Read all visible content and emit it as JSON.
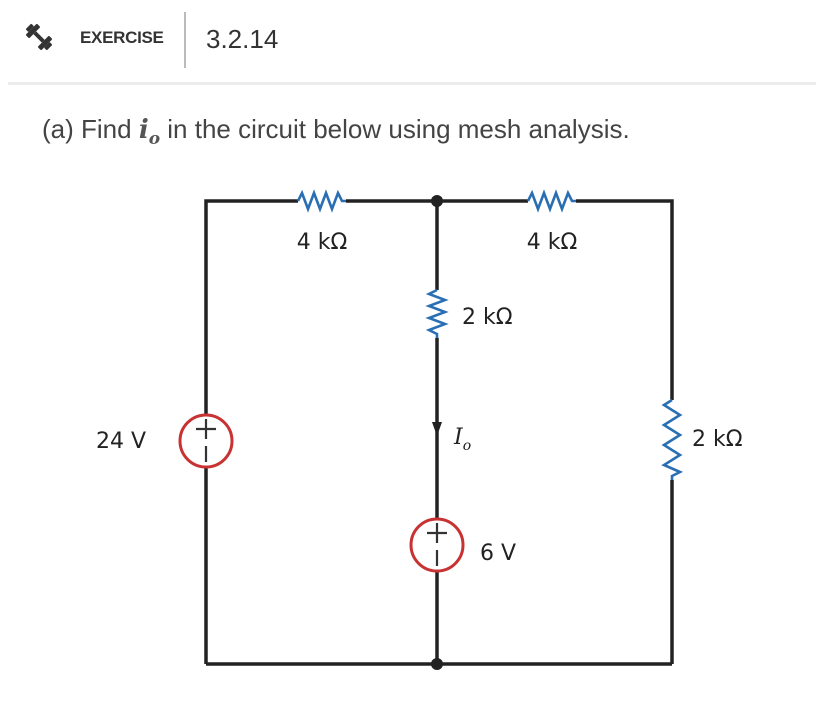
{
  "header": {
    "icon": "dumbbell-icon",
    "label": "EXERCISE",
    "number": "3.2.14"
  },
  "question": {
    "prefix": "(a)  Find ",
    "variable": "i",
    "variable_sub": "o",
    "suffix": " in the circuit below using mesh analysis."
  },
  "circuit": {
    "r_top_left": "4 kΩ",
    "r_top_right": "4 kΩ",
    "r_middle": "2 kΩ",
    "r_right": "2 kΩ",
    "source_left": "24 V",
    "source_middle": "6 V",
    "current_label": "I",
    "current_sub": "o",
    "plus": "+",
    "minus": "−"
  },
  "colors": {
    "resistor": "#2a6fb3",
    "source_ring": "#c83232",
    "wire": "#222222"
  }
}
